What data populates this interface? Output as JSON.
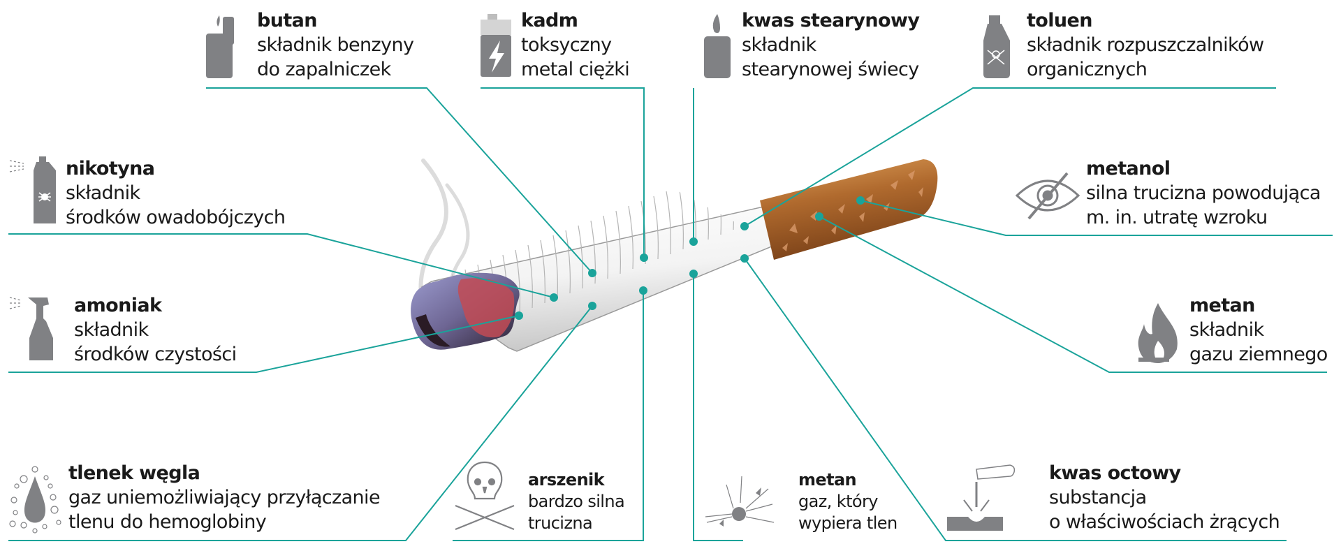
{
  "accent_color": "#1aa39a",
  "icon_color": "#808184",
  "substances": [
    {
      "id": "butan",
      "title": "butan",
      "lines": [
        "składnik benzyny",
        "do zapalniczek"
      ],
      "icon": "lighter-icon"
    },
    {
      "id": "kadm",
      "title": "kadm",
      "lines": [
        "toksyczny",
        "metal ciężki"
      ],
      "icon": "battery-icon"
    },
    {
      "id": "kwas_stearynowy",
      "title": "kwas stearynowy",
      "lines": [
        "składnik",
        "stearynowej świecy"
      ],
      "icon": "candle-icon"
    },
    {
      "id": "toluen",
      "title": "toluen",
      "lines": [
        "składnik rozpuszczalników",
        "organicznych"
      ],
      "icon": "poison-bottle-icon"
    },
    {
      "id": "nikotyna",
      "title": "nikotyna",
      "lines": [
        "składnik",
        "środków owadobójczych"
      ],
      "icon": "insecticide-spray-icon"
    },
    {
      "id": "metanol",
      "title": "metanol",
      "lines": [
        "silna trucizna powodująca",
        "m. in. utratę wzroku"
      ],
      "icon": "crossed-eye-icon"
    },
    {
      "id": "amoniak",
      "title": "amoniak",
      "lines": [
        "składnik",
        "środków czystości"
      ],
      "icon": "spray-bottle-icon"
    },
    {
      "id": "metan_gaz_ziemny",
      "title": "metan",
      "lines": [
        "składnik",
        "gazu ziemnego"
      ],
      "icon": "flame-icon"
    },
    {
      "id": "tlenek_wegla",
      "title": "tlenek węgla",
      "lines": [
        "gaz uniemożliwiający przyłączanie",
        "tlenu do hemoglobiny"
      ],
      "icon": "drop-bubbles-icon"
    },
    {
      "id": "arszenik",
      "title": "arszenik",
      "lines": [
        "bardzo silna",
        "trucizna"
      ],
      "icon": "skull-crossbones-icon"
    },
    {
      "id": "metan_wypiera_tlen",
      "title": "metan",
      "lines": [
        "gaz, który",
        "wypiera tlen"
      ],
      "icon": "explosion-icon"
    },
    {
      "id": "kwas_octowy",
      "title": "kwas octowy",
      "lines": [
        "substancja",
        "o właściwościach żrących"
      ],
      "icon": "corrosive-icon"
    }
  ]
}
